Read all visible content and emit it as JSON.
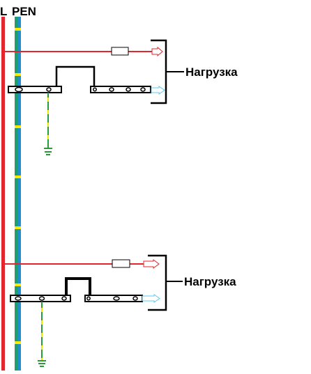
{
  "labels": {
    "l": "L",
    "pen": "PEN"
  },
  "loads": [
    {
      "label": "Нагрузка"
    },
    {
      "label": "Нагрузка"
    }
  ],
  "colors": {
    "phase": "#e2262d",
    "pen_green": "#1f9e6e",
    "pen_blue": "#1f8fd0",
    "pen_mark": "#ffeb00",
    "ground": "#2a9a3a",
    "ground_dash": "#e8e800",
    "neutral_arrow": "#5fc8e8",
    "wire": "#000000"
  }
}
